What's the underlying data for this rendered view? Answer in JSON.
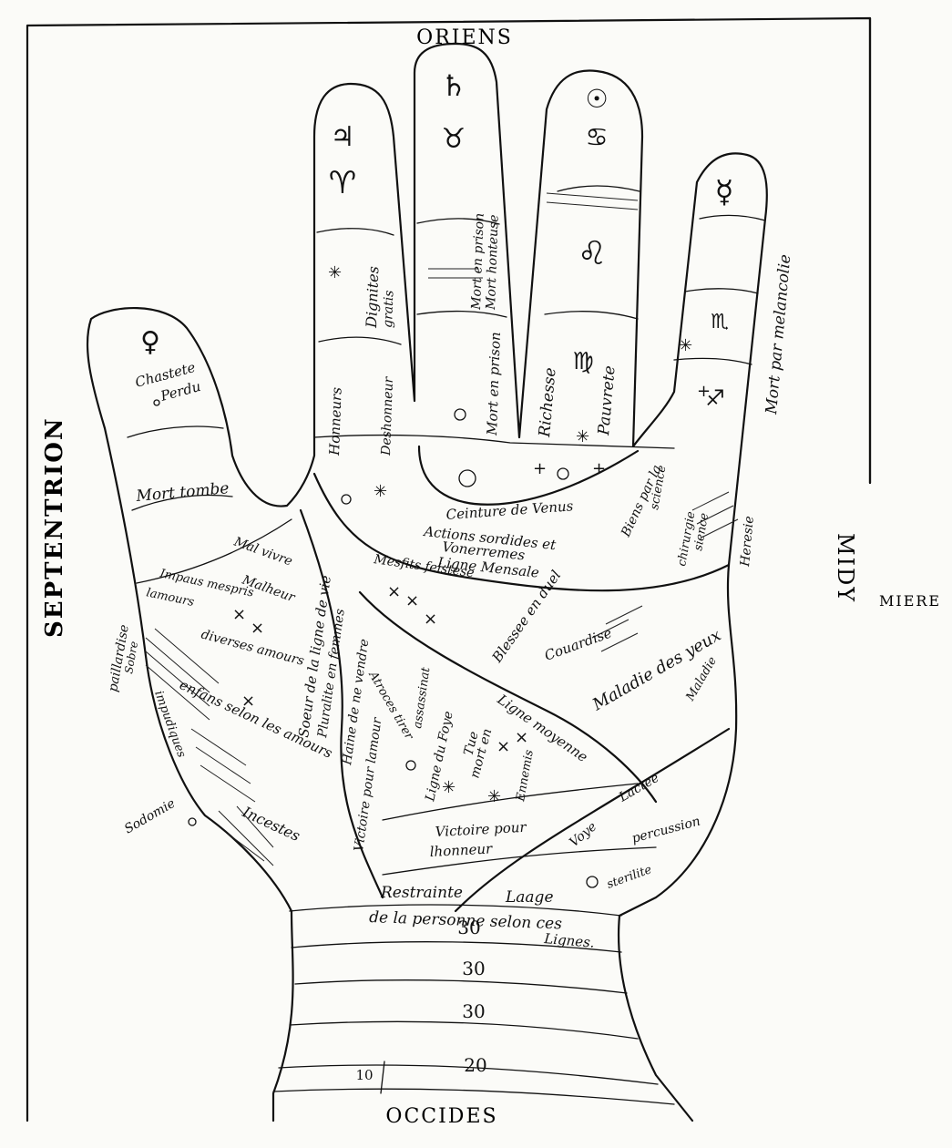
{
  "directions": {
    "top": "ORIENS",
    "bottom": "OCCIDES",
    "left": "SEPTENTRION",
    "right_rotated": "MIDY",
    "right_fragment": "MIERE"
  },
  "finger_symbols": {
    "index": [
      "♃",
      "♈"
    ],
    "middle": [
      "♄",
      "♉"
    ],
    "ring": [
      "☉",
      "♋",
      "♌"
    ],
    "little": [
      "☿",
      "♍",
      "♐",
      "♏"
    ],
    "thumb": [
      "♀"
    ]
  },
  "labels": {
    "chastete": "Chastete",
    "perdu": "Perdu",
    "mort_tombe": "Mort tombe",
    "dignites": "Dignites",
    "gratis": "gratis",
    "honneurs": "Honneurs",
    "deshonneur": "Deshonneur",
    "mort_honteuse": "Mort honteuse",
    "mort_en_prison": "Mort en prison",
    "mort_en_prison2": "Mort en prison",
    "richesse": "Richesse",
    "pauvrete": "Pauvrete",
    "mort_melancolie": "Mort par melancolie",
    "ceinture": "Ceinture de Venus",
    "actions": "Actions sordides et",
    "vonerremes": "Vonerremes",
    "ligne_mensale": "Ligne Mensale",
    "mesfits": "Mesfits feistese",
    "biens": "Biens par la",
    "science": "science",
    "chirurgie": "chirurgie",
    "sience": "sience",
    "heresie": "Heresie",
    "mal_vivre": "Mal vivre",
    "malheur": "Malheur",
    "impaus": "Impaus mespris",
    "lamours": "lamours",
    "paillardise": "paillardise",
    "sobre": "Sobre",
    "diverses_amours": "diverses amours",
    "enfans": "enfans selon les amours",
    "impudiques": "impudiques",
    "soeur": "Soeur de la ligne de vie",
    "pluralite": "Pluralite en femmes",
    "haine": "Haine de ne vendre",
    "atroces": "Atroces tirer",
    "victoire_amour": "Victoire pour lamour",
    "assassinat": "assassinat",
    "ligne_vie": "Ligne du Foye",
    "blessee": "Blessee en duel",
    "couardise": "Couardise",
    "maladie_yeux": "Maladie des yeux",
    "maladie": "Maladie",
    "ligne_moyenne": "Ligne moyenne",
    "mort_en_fleur": "Tue",
    "mort_en": "mort en",
    "ennemis": "Ennemis",
    "sodomie": "Sodomie",
    "incestes": "Incestes",
    "victoire_honneur": "Victoire pour",
    "lhonneur": "lhonneur",
    "voye": "Voye",
    "lactee": "Lactee",
    "percussion": "percussion",
    "sterilite": "sterilite",
    "restrainte": "Restrainte",
    "laage": "Laage",
    "de_la_personne": "de la personne selon ces",
    "lignes": "Lignes."
  },
  "wrist_numbers": [
    "30",
    "30",
    "30",
    "20",
    "10"
  ]
}
